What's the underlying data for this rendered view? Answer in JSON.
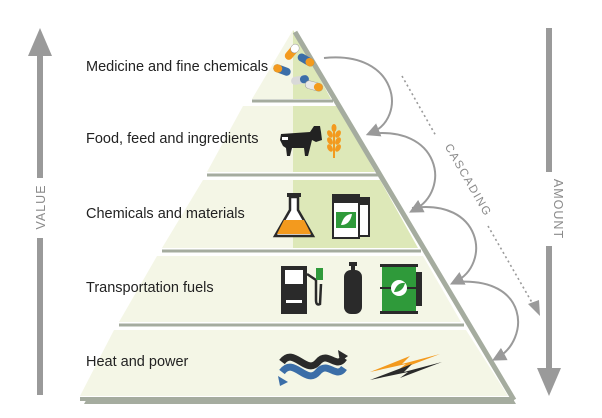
{
  "pyramid": {
    "levels": [
      {
        "label": "Medicine and fine chemicals"
      },
      {
        "label": "Food, feed and ingredients"
      },
      {
        "label": "Chemicals and materials"
      },
      {
        "label": "Transportation fuels"
      },
      {
        "label": "Heat and power"
      }
    ]
  },
  "axes": {
    "left_label": "VALUE",
    "right_label": "AMOUNT",
    "diagonal_label": "CASCADING"
  },
  "colors": {
    "level_fill": "#f4f6e6",
    "level_highlight": "#dde8b8",
    "shadow": "#a5ac9f",
    "arrow": "#9a9a9a",
    "accent_orange": "#f39a1e",
    "accent_green": "#2f9a3a",
    "accent_blue": "#3b6ea8",
    "dark": "#2a2a2a"
  }
}
